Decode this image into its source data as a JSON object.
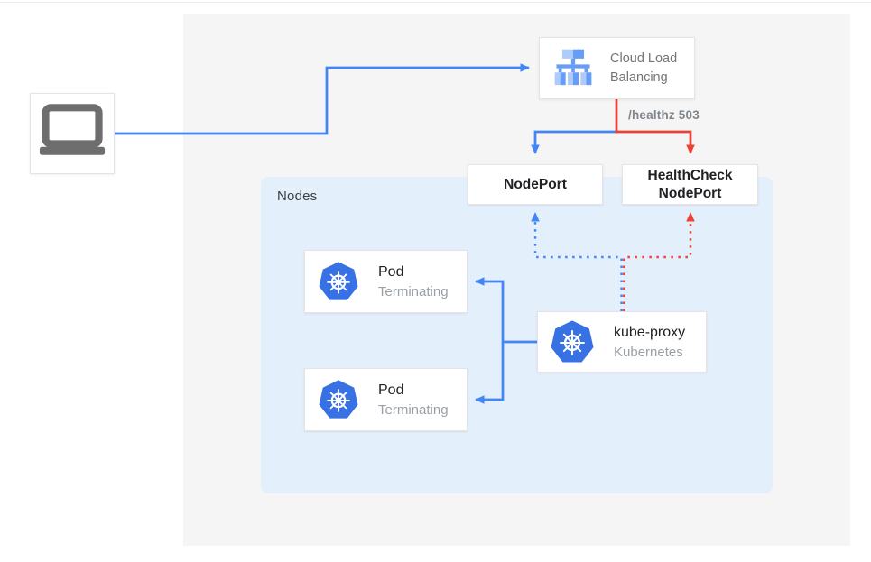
{
  "colors": {
    "accent_blue": "#4285f4",
    "accent_red": "#ea4335",
    "panel_bg": "#f5f5f6",
    "nodes_bg": "#e4effc",
    "k8s_blue": "#3871e3",
    "clb_icon_medium": "#669df6",
    "clb_icon_light": "#aecbfa",
    "laptop_gray": "#6e6e6e"
  },
  "client": {
    "icon": "laptop-icon"
  },
  "load_balancer": {
    "label": "Cloud Load Balancing",
    "icon": "load-balancer-icon"
  },
  "health_check_path": {
    "label": "/healthz 503"
  },
  "node_port": {
    "label": "NodePort"
  },
  "health_check_node_port": {
    "lines": [
      "HealthCheck",
      "NodePort"
    ]
  },
  "nodes_group": {
    "label": "Nodes"
  },
  "pods": [
    {
      "title": "Pod",
      "subtitle": "Terminating",
      "icon": "kubernetes-icon"
    },
    {
      "title": "Pod",
      "subtitle": "Terminating",
      "icon": "kubernetes-icon"
    }
  ],
  "kube_proxy": {
    "title": "kube-proxy",
    "subtitle": "Kubernetes",
    "icon": "kubernetes-icon"
  },
  "edges": [
    {
      "from": "client",
      "to": "cloud-load-balancing",
      "style": "solid",
      "color": "blue"
    },
    {
      "from": "cloud-load-balancing",
      "to": "node-port",
      "style": "solid",
      "color": "blue"
    },
    {
      "from": "cloud-load-balancing",
      "to": "healthcheck-node-port",
      "style": "solid",
      "color": "red",
      "label": "/healthz 503"
    },
    {
      "from": "kube-proxy",
      "to": "node-port",
      "style": "dotted",
      "color": "blue"
    },
    {
      "from": "kube-proxy",
      "to": "healthcheck-node-port",
      "style": "dotted",
      "color": "red"
    },
    {
      "from": "kube-proxy",
      "to": "pod-1",
      "style": "solid",
      "color": "blue"
    },
    {
      "from": "kube-proxy",
      "to": "pod-2",
      "style": "solid",
      "color": "blue"
    }
  ]
}
